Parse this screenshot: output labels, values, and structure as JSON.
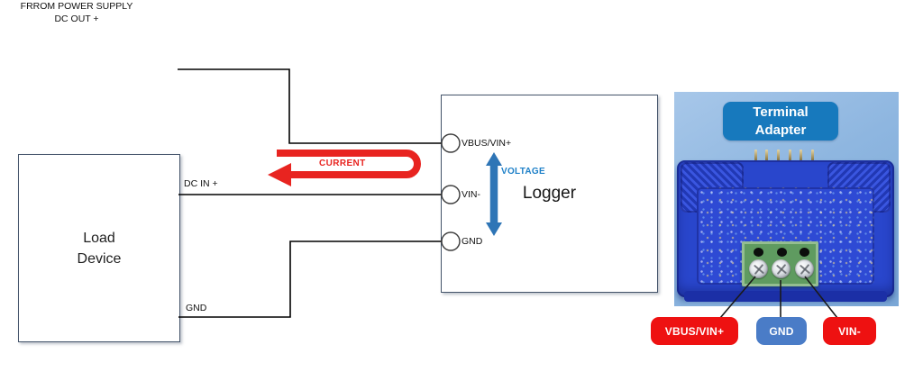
{
  "wiring_diagram": {
    "source_label": {
      "line1": "FRROM POWER SUPPLY",
      "line2": "DC OUT +"
    },
    "load_device": {
      "name_line1": "Load",
      "name_line2": "Device",
      "dc_in_label": "DC IN +",
      "gnd_label": "GND"
    },
    "logger": {
      "title": "Logger",
      "terminals": [
        {
          "label": "VBUS/VIN+"
        },
        {
          "label": "VIN-"
        },
        {
          "label": "GND"
        }
      ]
    },
    "current_annotation": {
      "label": "CURRENT",
      "color": "#e82420"
    },
    "voltage_annotation": {
      "label": "VOLTAGE",
      "text_color": "#1e80c8",
      "arrow_color": "#2e75b6"
    },
    "wire_color": "#000000",
    "box_border_color": "#44546a"
  },
  "terminal_adapter_photo": {
    "badge": {
      "line1": "Terminal",
      "line2": "Adapter",
      "bg_color": "#1779bd"
    },
    "device_color": "#2946cc",
    "terminal_block_color": "#5f9b60",
    "background_color": "#8eb6e0",
    "pin_labels": [
      {
        "text": "VBUS/VIN+",
        "bg_color": "#ee1111"
      },
      {
        "text": "GND",
        "bg_color": "#4a7cc7"
      },
      {
        "text": "VIN-",
        "bg_color": "#ee1111"
      }
    ]
  }
}
